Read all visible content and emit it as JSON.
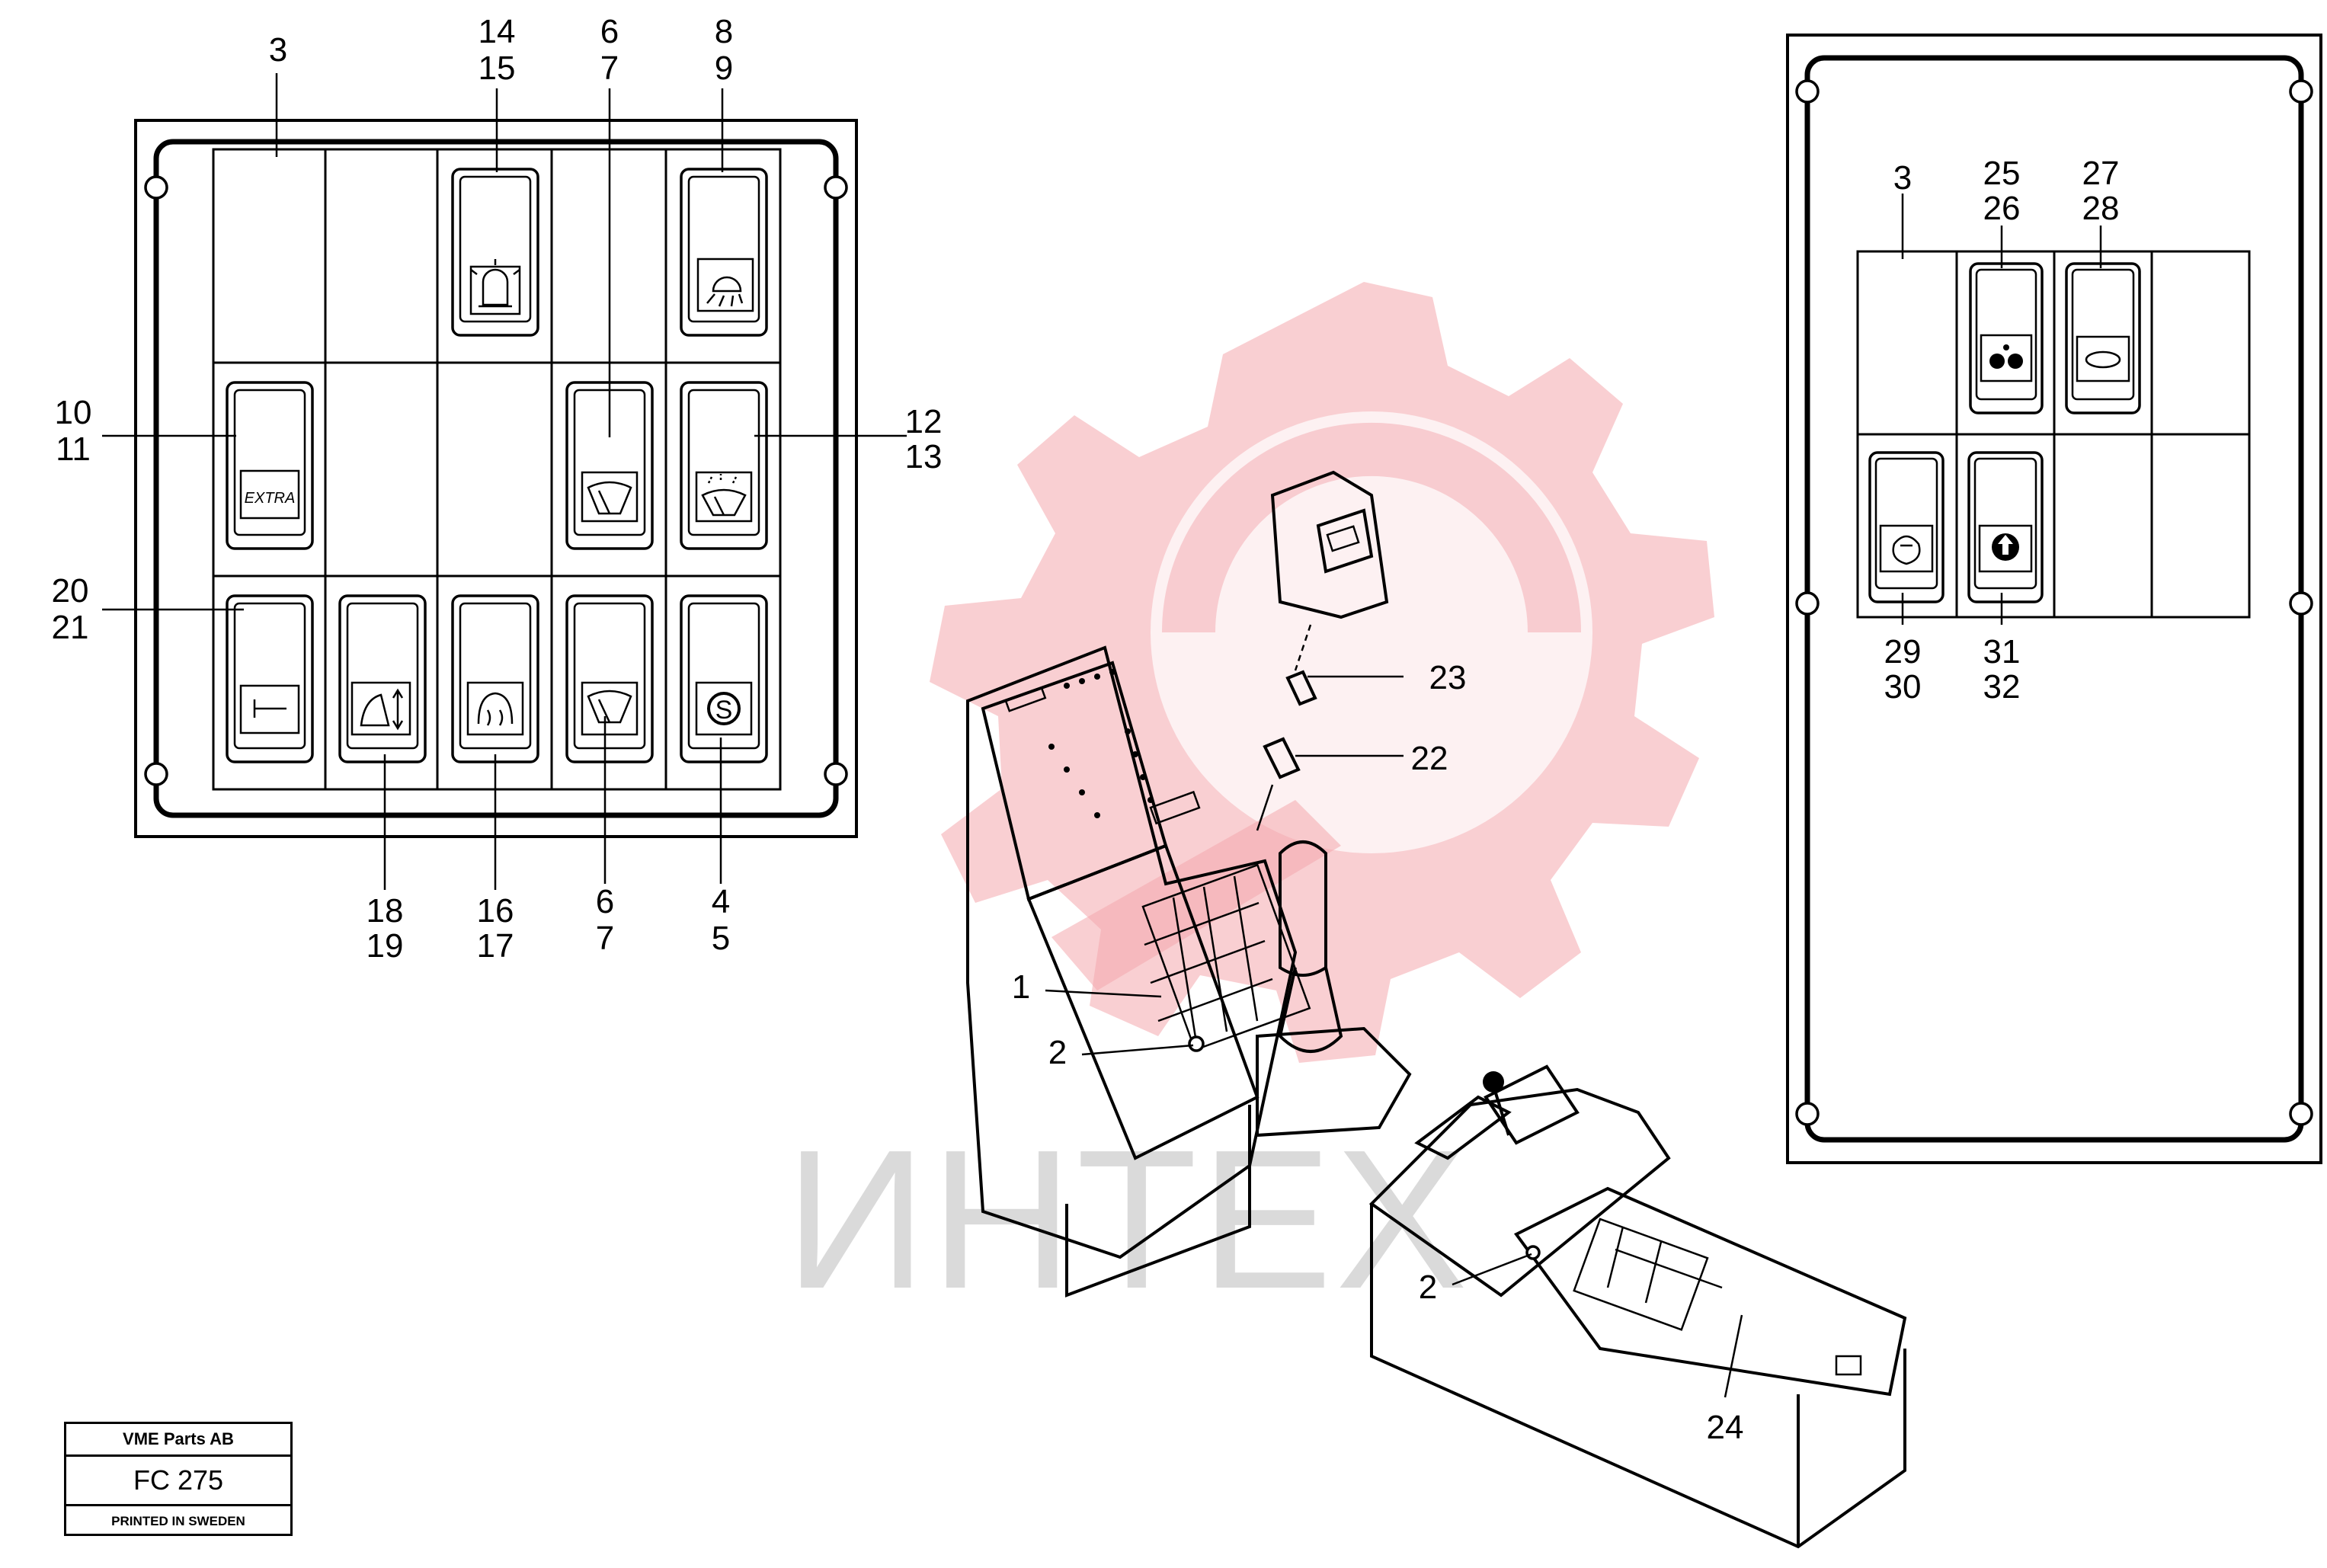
{
  "watermark": {
    "text": "ИНТЕХ",
    "color": "#f4a8ad"
  },
  "title_block": {
    "company": "VME Parts AB",
    "code": "FC 275",
    "printed": "PRINTED IN SWEDEN"
  },
  "switch_symbols": {
    "extra": "EXTRA",
    "stop": "S"
  },
  "left_panel_labels": {
    "l3": "3",
    "l14": "14",
    "l15": "15",
    "l6a": "6",
    "l7a": "7",
    "l8": "8",
    "l9": "9",
    "l10": "10",
    "l11": "11",
    "l12": "12",
    "l13": "13",
    "l20": "20",
    "l21": "21",
    "l18": "18",
    "l19": "19",
    "l16": "16",
    "l17": "17",
    "l6b": "6",
    "l7b": "7",
    "l4": "4",
    "l5": "5"
  },
  "right_panel_labels": {
    "l3": "3",
    "l25": "25",
    "l26": "26",
    "l27": "27",
    "l28": "28",
    "l29": "29",
    "l30": "30",
    "l31": "31",
    "l32": "32"
  },
  "console_labels": {
    "l1": "1",
    "l2a": "2",
    "l2b": "2",
    "l22": "22",
    "l23": "23",
    "l24": "24"
  },
  "icons": [
    "beacon-icon",
    "work-light-icon",
    "extra-icon",
    "wiper-icon",
    "rear-wiper-icon",
    "hammer-icon",
    "boom-float-icon",
    "heater-icon",
    "parking-brake-icon",
    "gear-icon",
    "rotation-icon",
    "fuel-pump-icon",
    "lift-icon"
  ]
}
